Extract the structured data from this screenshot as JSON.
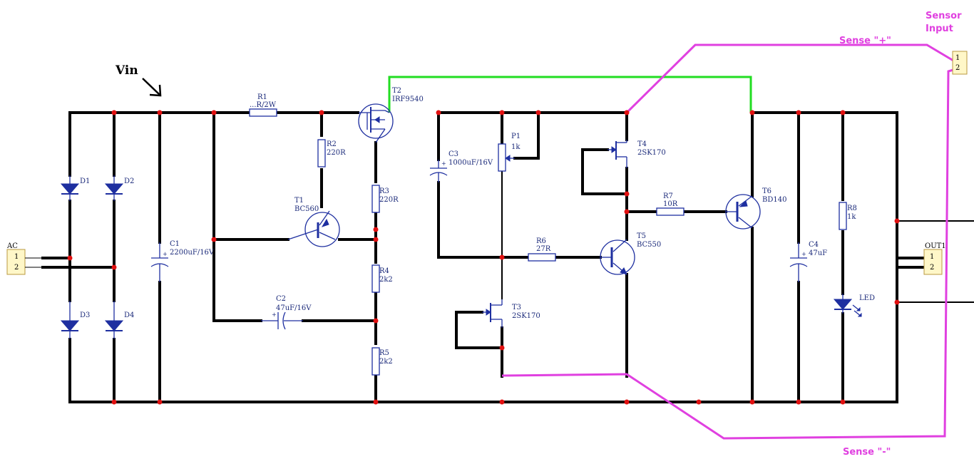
{
  "labels": {
    "vin": "Vin",
    "sensor_input": [
      "Sensor",
      "Input"
    ],
    "sense_plus": "Sense \"+\"",
    "sense_minus": "Sense \"-\""
  },
  "connectors": {
    "ac": {
      "name": "AC",
      "pins": [
        "1",
        "2"
      ]
    },
    "out1": {
      "name": "OUT1",
      "pins": [
        "1",
        "2"
      ]
    },
    "sensor": {
      "pins": [
        "1",
        "2"
      ]
    }
  },
  "components": {
    "d1": {
      "ref": "D1"
    },
    "d2": {
      "ref": "D2"
    },
    "d3": {
      "ref": "D3"
    },
    "d4": {
      "ref": "D4"
    },
    "c1": {
      "ref": "C1",
      "value": "2200uF/16V"
    },
    "r1": {
      "ref": "R1",
      "value": "...R/2W"
    },
    "r2": {
      "ref": "R2",
      "value": "220R"
    },
    "t1": {
      "ref": "T1",
      "value": "BC560"
    },
    "c2": {
      "ref": "C2",
      "value": "47uF/16V"
    },
    "t2": {
      "ref": "T2",
      "value": "IRF9540"
    },
    "r3": {
      "ref": "R3",
      "value": "220R"
    },
    "r4": {
      "ref": "R4",
      "value": "2k2"
    },
    "r5": {
      "ref": "R5",
      "value": "2k2"
    },
    "c3": {
      "ref": "C3",
      "value": "1000uF/16V"
    },
    "p1": {
      "ref": "P1",
      "value": "1k"
    },
    "t3": {
      "ref": "T3",
      "value": "2SK170"
    },
    "r6": {
      "ref": "R6",
      "value": "27R"
    },
    "t4": {
      "ref": "T4",
      "value": "2SK170"
    },
    "t5": {
      "ref": "T5",
      "value": "BC550"
    },
    "r7": {
      "ref": "R7",
      "value": "10R"
    },
    "t6": {
      "ref": "T6",
      "value": "BD140"
    },
    "c4": {
      "ref": "C4",
      "value": "47uF"
    },
    "r8": {
      "ref": "R8",
      "value": "1k"
    },
    "led": {
      "ref": "LED"
    }
  },
  "colors": {
    "wire": "#000000",
    "component": "#1e2fa0",
    "junction": "#e01010",
    "sense_wire": "#e040e0",
    "gate_wire": "#22dd22"
  }
}
